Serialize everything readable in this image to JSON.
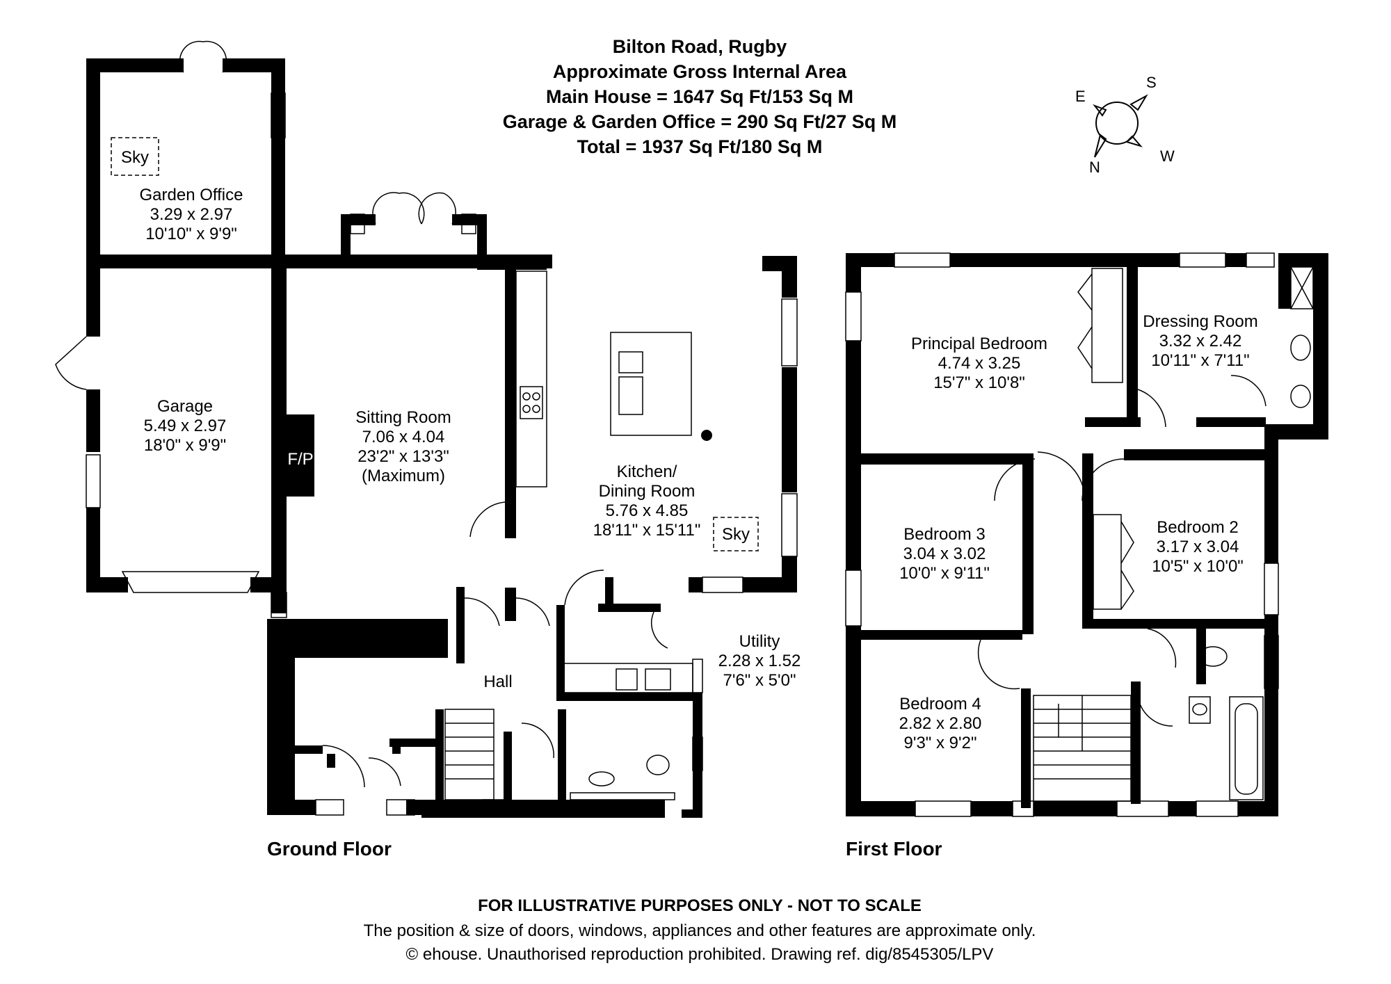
{
  "header": {
    "line1": "Bilton Road, Rugby",
    "line2": "Approximate Gross Internal Area",
    "line3": "Main House = 1647 Sq Ft/153 Sq M",
    "line4": "Garage & Garden Office = 290 Sq Ft/27 Sq M",
    "line5": "Total = 1937 Sq Ft/180 Sq M"
  },
  "compass": {
    "e": "E",
    "s": "S",
    "w": "W",
    "n": "N"
  },
  "floors": {
    "ground": "Ground Floor",
    "first": "First Floor"
  },
  "ground_rooms": {
    "garden_office": {
      "name": "Garden Office",
      "metric": "3.29 x 2.97",
      "imperial": "10'10\" x 9'9\""
    },
    "garage": {
      "name": "Garage",
      "metric": "5.49 x 2.97",
      "imperial": "18'0\" x 9'9\""
    },
    "sitting": {
      "name": "Sitting Room",
      "metric": "7.06 x 4.04",
      "imperial": "23'2\" x 13'3\"",
      "note": "(Maximum)"
    },
    "kitchen": {
      "name1": "Kitchen/",
      "name2": "Dining Room",
      "metric": "5.76 x 4.85",
      "imperial": "18'11\" x 15'11\""
    },
    "utility": {
      "name": "Utility",
      "metric": "2.28 x 1.52",
      "imperial": "7'6\" x 5'0\""
    },
    "hall": {
      "name": "Hall"
    }
  },
  "labels": {
    "sky1": "Sky",
    "sky2": "Sky",
    "fp": "F/P"
  },
  "first_rooms": {
    "principal": {
      "name": "Principal Bedroom",
      "metric": "4.74 x 3.25",
      "imperial": "15'7\" x 10'8\""
    },
    "dressing": {
      "name": "Dressing Room",
      "metric": "3.32 x 2.42",
      "imperial": "10'11\" x 7'11\""
    },
    "bed3": {
      "name": "Bedroom 3",
      "metric": "3.04 x 3.02",
      "imperial": "10'0\" x 9'11\""
    },
    "bed2": {
      "name": "Bedroom 2",
      "metric": "3.17 x 3.04",
      "imperial": "10'5\" x 10'0\""
    },
    "bed4": {
      "name": "Bedroom 4",
      "metric": "2.82 x 2.80",
      "imperial": "9'3\" x 9'2\""
    }
  },
  "footer": {
    "line1": "FOR ILLUSTRATIVE PURPOSES ONLY - NOT TO SCALE",
    "line2": "The position & size of doors, windows, appliances and other features are approximate only.",
    "line3": "© ehouse. Unauthorised reproduction prohibited. Drawing ref. dig/8545305/LPV"
  }
}
